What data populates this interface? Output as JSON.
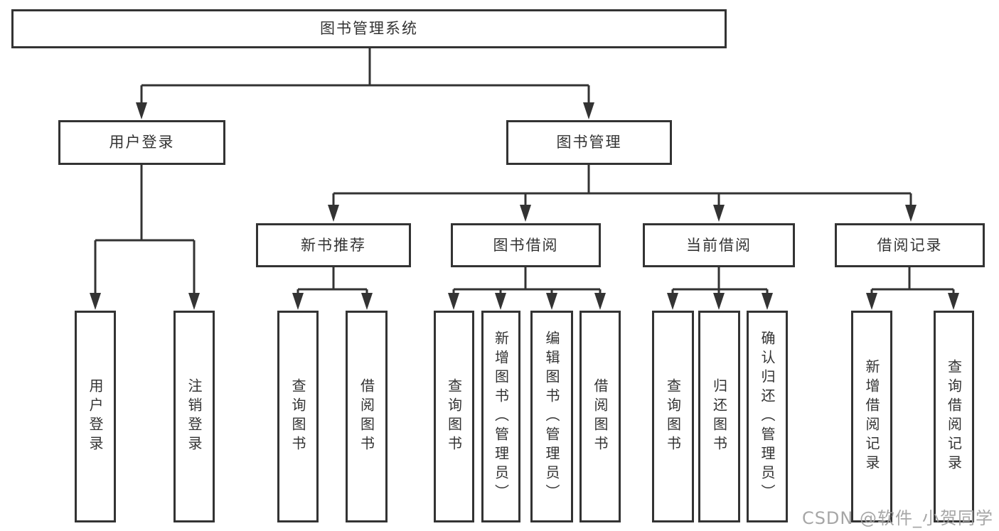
{
  "colors": {
    "line": "#333333",
    "text": "#333333",
    "watermark": "#9e9e9e",
    "background": "#ffffff"
  },
  "nodes": {
    "root": {
      "label": "图书管理系统"
    },
    "user_login": {
      "label": "用户登录",
      "children": [
        {
          "label": "用户登录"
        },
        {
          "label": "注销登录"
        }
      ]
    },
    "book_mgmt": {
      "label": "图书管理"
    },
    "new_book": {
      "label": "新书推荐",
      "children": [
        {
          "label": "查询图书"
        },
        {
          "label": "借阅图书"
        }
      ]
    },
    "book_borrow": {
      "label": "图书借阅",
      "children": [
        {
          "label": "查询图书"
        },
        {
          "label": "新增图书（管理员）"
        },
        {
          "label": "编辑图书（管理员）"
        },
        {
          "label": "借阅图书"
        }
      ]
    },
    "current_borrow": {
      "label": "当前借阅",
      "children": [
        {
          "label": "查询图书"
        },
        {
          "label": "归还图书"
        },
        {
          "label": "确认归还（管理员）"
        }
      ]
    },
    "borrow_record": {
      "label": "借阅记录",
      "children": [
        {
          "label": "新增借阅记录"
        },
        {
          "label": "查询借阅记录"
        }
      ]
    }
  },
  "watermark": {
    "text": "CSDN @软件_小贺同学"
  }
}
